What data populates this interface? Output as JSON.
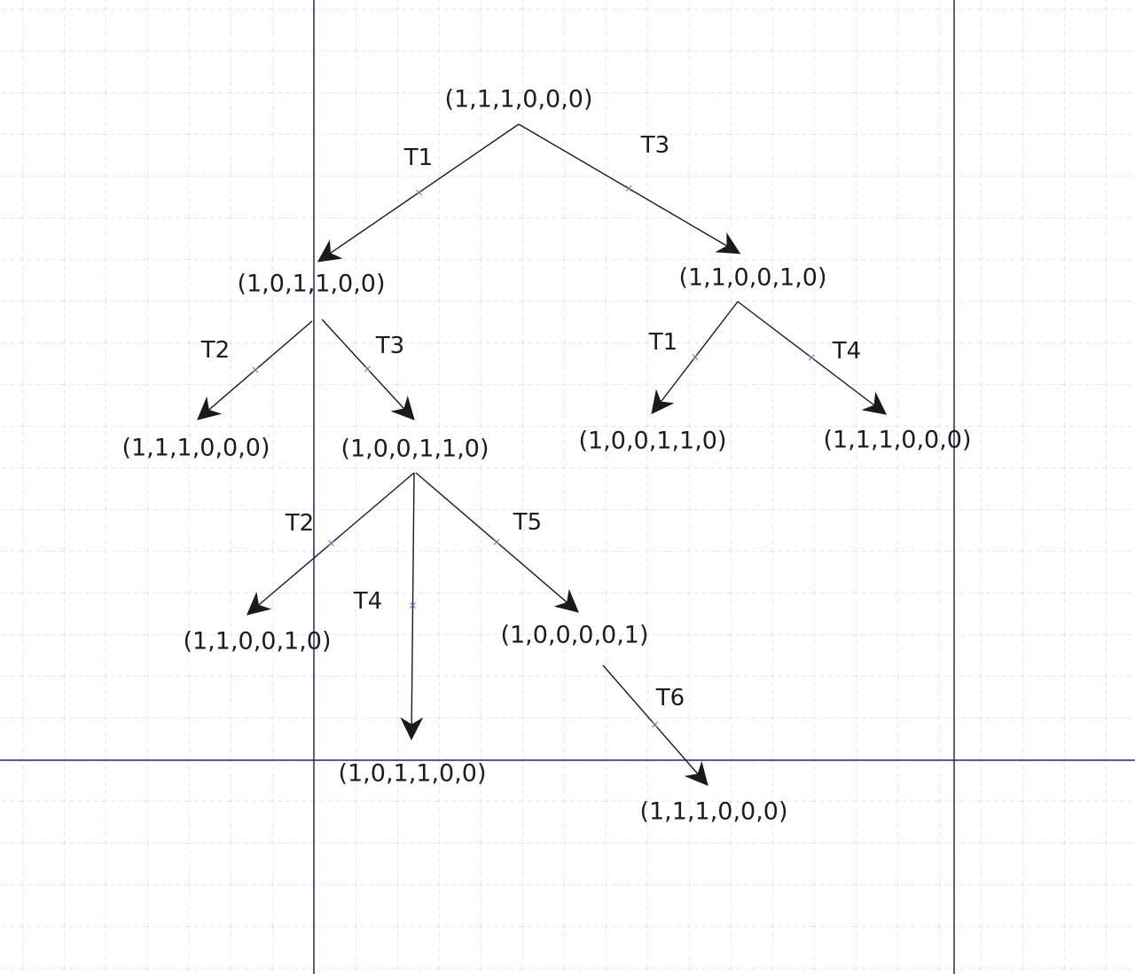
{
  "colors": {
    "background": "#ffffff",
    "minor_grid": "#c9d3dd",
    "page_border": "#1f2a7a",
    "edge": "#1a1a1a",
    "edge_midmark": "#5b6fc4",
    "text": "#1c1c1c"
  },
  "diagram": {
    "type": "reachability-tree",
    "nodes": [
      {
        "id": "n0",
        "label": "(1,1,1,0,0,0)"
      },
      {
        "id": "n1",
        "label": "(1,0,1,1,0,0)"
      },
      {
        "id": "n2",
        "label": "(1,1,0,0,1,0)"
      },
      {
        "id": "n3",
        "label": "(1,1,1,0,0,0)"
      },
      {
        "id": "n4",
        "label": "(1,0,0,1,1,0)"
      },
      {
        "id": "n5",
        "label": "(1,0,0,1,1,0)"
      },
      {
        "id": "n6",
        "label": "(1,1,1,0,0,0)"
      },
      {
        "id": "n7",
        "label": "(1,1,0,0,1,0)"
      },
      {
        "id": "n8",
        "label": "(1,0,1,1,0,0)"
      },
      {
        "id": "n9",
        "label": "(1,0,0,0,0,1)"
      },
      {
        "id": "n10",
        "label": "(1,1,1,0,0,0)"
      }
    ],
    "edges": [
      {
        "id": "e0",
        "from": "n0",
        "to": "n1",
        "label": "T1"
      },
      {
        "id": "e1",
        "from": "n0",
        "to": "n2",
        "label": "T3"
      },
      {
        "id": "e2",
        "from": "n1",
        "to": "n3",
        "label": "T2"
      },
      {
        "id": "e3",
        "from": "n1",
        "to": "n4",
        "label": "T3"
      },
      {
        "id": "e4",
        "from": "n2",
        "to": "n5",
        "label": "T1"
      },
      {
        "id": "e5",
        "from": "n2",
        "to": "n6",
        "label": "T4"
      },
      {
        "id": "e6",
        "from": "n4",
        "to": "n7",
        "label": "T2"
      },
      {
        "id": "e7",
        "from": "n4",
        "to": "n8",
        "label": "T4"
      },
      {
        "id": "e8",
        "from": "n4",
        "to": "n9",
        "label": "T5"
      },
      {
        "id": "e9",
        "from": "n9",
        "to": "n10",
        "label": "T6"
      }
    ]
  }
}
